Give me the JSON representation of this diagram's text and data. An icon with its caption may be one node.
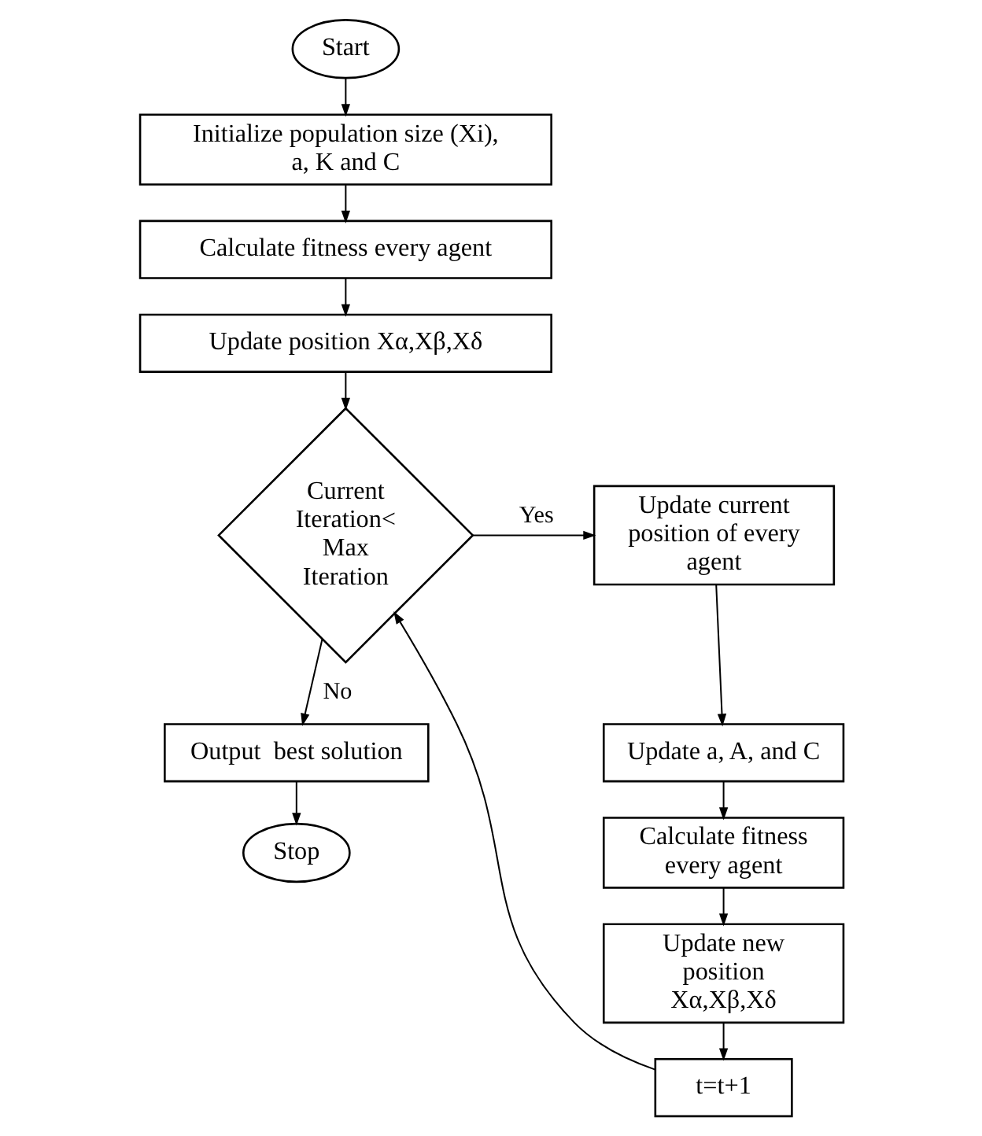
{
  "diagram": {
    "nodes": [
      {
        "text": [
          "Start"
        ]
      },
      {
        "text": [
          "Initialize population size (Xi), a, K and C"
        ]
      },
      {
        "text": [
          "Calculate fitness every agent"
        ]
      },
      {
        "text": [
          "Update position Xα,Xβ,Xδ"
        ]
      },
      {
        "text": [
          "Current Iteration< Max Iteration"
        ]
      },
      {
        "text": [
          "Update current position of every agent"
        ]
      },
      {
        "text": [
          "Update a, A, and C"
        ]
      },
      {
        "text": [
          "Calculate fitness every agent"
        ]
      },
      {
        "text": [
          "Update new position Xα,Xβ,Xδ"
        ]
      },
      {
        "text": [
          "t=t+1"
        ]
      },
      {
        "text": [
          "Output  best solution"
        ]
      },
      {
        "text": [
          "Stop"
        ]
      }
    ],
    "edges": [
      {
        "from": 0,
        "to": 1,
        "arrow": "to"
      },
      {
        "from": 1,
        "to": 2,
        "arrow": "to"
      },
      {
        "from": 2,
        "to": 3,
        "arrow": "to"
      },
      {
        "from": 3,
        "to": 4,
        "arrow": "to"
      },
      {
        "from": 4,
        "to": 5,
        "arrow": "to",
        "label": "Yes"
      },
      {
        "from": 5,
        "to": 6,
        "arrow": "to"
      },
      {
        "from": 6,
        "to": 7,
        "arrow": "to"
      },
      {
        "from": 7,
        "to": 8,
        "arrow": "to"
      },
      {
        "from": 8,
        "to": 9,
        "arrow": "to"
      },
      {
        "from": 9,
        "to": 4,
        "arrow": "to"
      },
      {
        "from": 4,
        "to": 10,
        "arrow": "to",
        "label": "No"
      },
      {
        "from": 10,
        "to": 11,
        "arrow": "to"
      }
    ]
  }
}
